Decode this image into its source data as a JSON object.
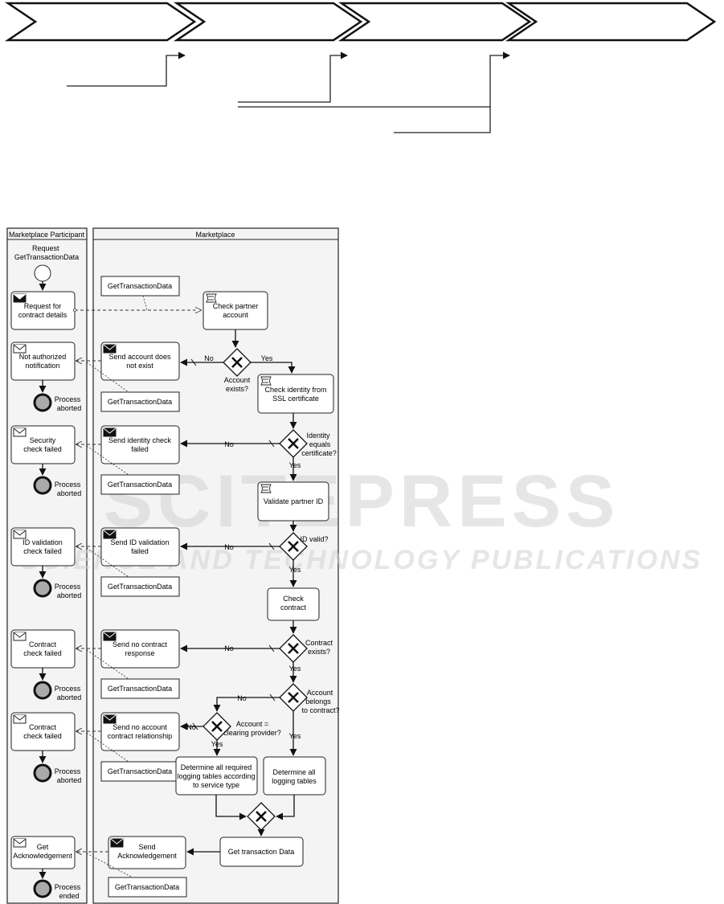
{
  "watermark": {
    "line1": "SCITEPRESS",
    "line2": "SCIENCE AND TECHNOLOGY PUBLICATIONS"
  },
  "lanes": {
    "participant": "Marketplace Participant",
    "marketplace": "Marketplace"
  },
  "participant": {
    "start_event": "Request GetTransactionData",
    "request_task": "Request for contract details",
    "not_authorized": "Not authorized notification",
    "security_failed": "Security check failed",
    "id_validation_failed": "ID validation check failed",
    "contract_failed_1": "Contract check failed",
    "contract_failed_2": "Contract check failed",
    "get_ack": "Get Acknowledgement",
    "aborted_1": "Process aborted",
    "aborted_2": "Process aborted",
    "aborted_3": "Process aborted",
    "aborted_4": "Process aborted",
    "aborted_5": "Process aborted",
    "ended": "Process ended"
  },
  "marketplace": {
    "check_partner": "Check partner account",
    "send_no_account": "Send account does not exist",
    "check_identity": "Check identity from SSL certificate",
    "send_identity_failed": "Send identity check failed",
    "validate_partner": "Validate partner ID",
    "send_id_failed": "Send ID validation failed",
    "check_contract": "Check contract",
    "send_no_contract": "Send no contract response",
    "send_no_relationship": "Send no account contract relationship",
    "determine_required": "Determine all required logging tables according to service type",
    "determine_all": "Determine all logging tables",
    "get_transaction": "Get transaction Data",
    "send_ack": "Send Acknowledgement"
  },
  "gateways": {
    "account_exists": "Account exists?",
    "identity_equals": "Identity equals certificate?",
    "id_valid": "ID valid?",
    "contract_exists": "Contract exists?",
    "account_belongs": "Account belongs to contract?",
    "clearing_provider": "Account = clearing provider?"
  },
  "flow_labels": {
    "yes": "Yes",
    "no": "No"
  },
  "data_object": "GetTransactionData",
  "colors": {
    "lane_fill": "#f4f4f4",
    "line": "#111111",
    "watermark": "#dcdcdc",
    "end_event_fill": "#aaaaaa"
  }
}
